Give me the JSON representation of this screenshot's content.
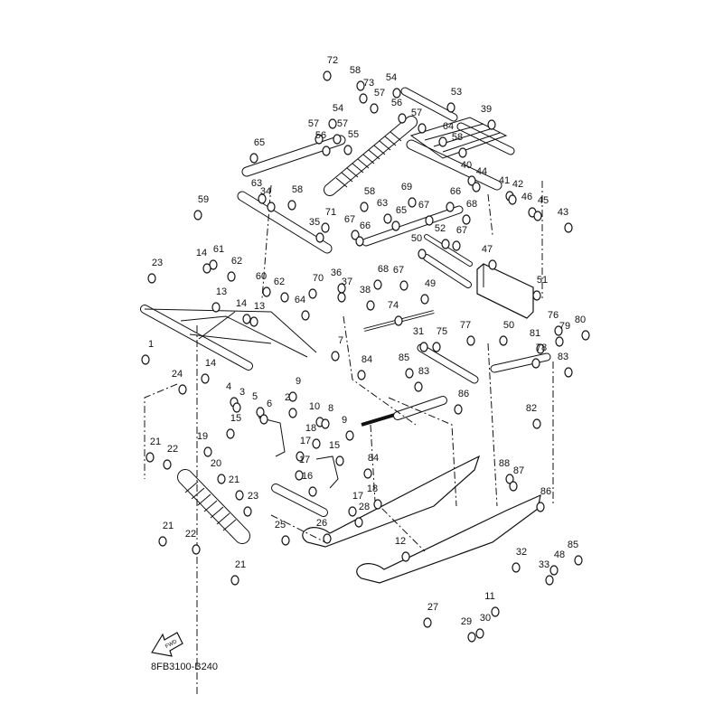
{
  "diagram_code": "8FB3100-B240",
  "fwd_arrow_label": "FWD",
  "callouts": [
    "72",
    "58",
    "73",
    "54",
    "57",
    "56",
    "53",
    "57",
    "64",
    "39",
    "54",
    "57",
    "57",
    "56",
    "55",
    "58",
    "65",
    "40",
    "44",
    "63",
    "58",
    "69",
    "66",
    "41",
    "42",
    "46",
    "45",
    "43",
    "59",
    "34",
    "58",
    "63",
    "68",
    "67",
    "71",
    "67",
    "65",
    "35",
    "66",
    "52",
    "67",
    "50",
    "61",
    "14",
    "62",
    "47",
    "23",
    "60",
    "70",
    "36",
    "37",
    "38",
    "68",
    "67",
    "49",
    "62",
    "13",
    "14",
    "13",
    "64",
    "51",
    "74",
    "75",
    "77",
    "50",
    "76",
    "79",
    "80",
    "1",
    "31",
    "84",
    "81",
    "78",
    "83",
    "7",
    "24",
    "14",
    "85",
    "83",
    "4",
    "3",
    "5",
    "6",
    "2",
    "9",
    "10",
    "8",
    "9",
    "86",
    "82",
    "15",
    "18",
    "17",
    "15",
    "21",
    "19",
    "22",
    "20",
    "17",
    "16",
    "84",
    "88",
    "87",
    "18",
    "17",
    "21",
    "23",
    "26",
    "28",
    "25",
    "21",
    "22",
    "86",
    "85",
    "48",
    "33",
    "32",
    "12",
    "21",
    "11",
    "27",
    "29",
    "30"
  ]
}
